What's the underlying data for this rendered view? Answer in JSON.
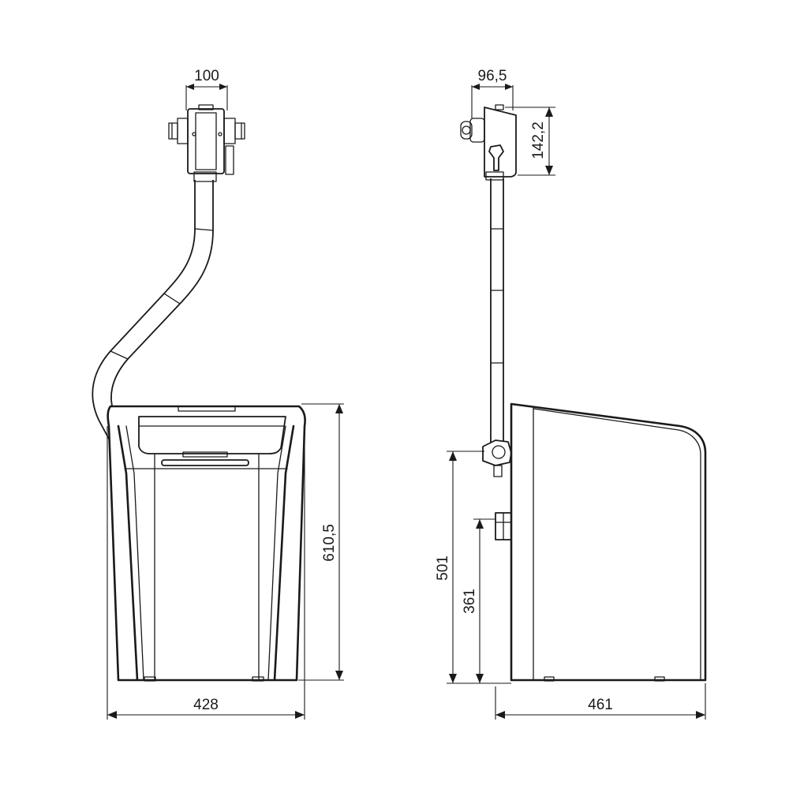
{
  "drawing": {
    "dimensions": {
      "front_top_width": "100",
      "front_base_width": "428",
      "front_height": "610,5",
      "side_top_width": "96,5",
      "side_head_height": "142,2",
      "side_height_upper_connection": "501",
      "side_height_lower_connection": "361",
      "side_base_depth": "461"
    }
  }
}
